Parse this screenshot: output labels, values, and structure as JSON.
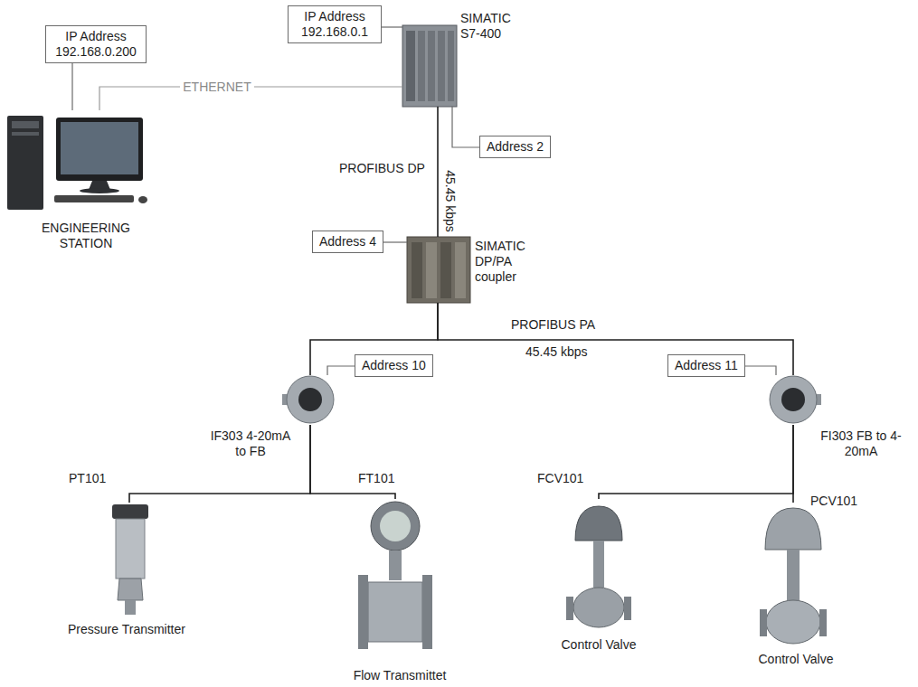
{
  "diagram": {
    "nodes": [
      {
        "text": [
          "IP Address 192.168.0.200"
        ]
      },
      {
        "text": [
          "ENGINEERING STATION"
        ]
      },
      {
        "text": [
          "IP Address 192.168.0.1"
        ]
      },
      {
        "text": [
          "SIMATIC S7-400"
        ]
      },
      {
        "text": [
          "Address 2"
        ]
      },
      {
        "text": [
          "SIMATIC DP/PA coupler"
        ]
      },
      {
        "text": [
          "Address 4"
        ]
      },
      {
        "text": [
          "IF303 4-20mA to FB"
        ]
      },
      {
        "text": [
          "Address 10"
        ]
      },
      {
        "text": [
          "FI303 FB to 4-20mA"
        ]
      },
      {
        "text": [
          "Address 11"
        ]
      },
      {
        "text": [
          "PT101",
          "Pressure Transmitter"
        ]
      },
      {
        "text": [
          "FT101",
          "Flow Transmittet"
        ]
      },
      {
        "text": [
          "FCV101",
          "Control Valve"
        ]
      },
      {
        "text": [
          "PCV101",
          "Control Valve"
        ]
      }
    ],
    "edges": [
      {
        "from": 1,
        "to": 3,
        "arrow": "none",
        "label": "ETHERNET"
      },
      {
        "from": 0,
        "to": 1,
        "arrow": "none"
      },
      {
        "from": 2,
        "to": 3,
        "arrow": "none"
      },
      {
        "from": 4,
        "to": 3,
        "arrow": "none"
      },
      {
        "from": 3,
        "to": 5,
        "arrow": "none"
      },
      {
        "from": 6,
        "to": 5,
        "arrow": "none"
      },
      {
        "from": 5,
        "to": 7,
        "arrow": "none"
      },
      {
        "from": 5,
        "to": 9,
        "arrow": "none"
      },
      {
        "from": 8,
        "to": 7,
        "arrow": "none"
      },
      {
        "from": 10,
        "to": 9,
        "arrow": "none"
      },
      {
        "from": 7,
        "to": 11,
        "arrow": "none"
      },
      {
        "from": 7,
        "to": 12,
        "arrow": "none"
      },
      {
        "from": 9,
        "to": 13,
        "arrow": "none"
      },
      {
        "from": 9,
        "to": 14,
        "arrow": "none"
      }
    ],
    "labels": [
      "PROFIBUS DP",
      "45.45 kbps",
      "PROFIBUS PA",
      "45.45 kbps"
    ]
  }
}
